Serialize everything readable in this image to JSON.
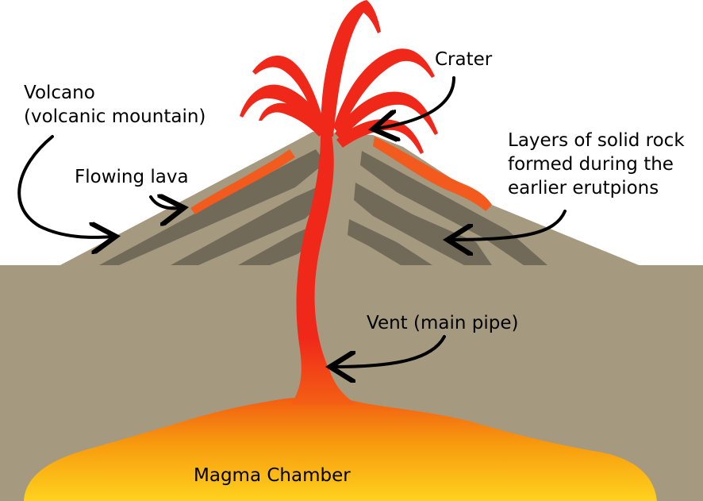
{
  "diagram": {
    "labels": {
      "volcano_line1": "Volcano",
      "volcano_line2": "(volcanic mountain)",
      "flowing_lava": "Flowing lava",
      "crater": "Crater",
      "layers_line1": "Layers of solid rock",
      "layers_line2": "formed during the",
      "layers_line3": "earlier erutpions",
      "vent": "Vent (main pipe)",
      "magma": "Magma Chamber"
    },
    "colors": {
      "ground": "#a59a7f",
      "rock_layer_dark": "#726a58",
      "lava": "#f0281a",
      "lava_edge": "#f25a1e",
      "magma_top": "#f25c12",
      "magma_mid": "#f79b0e",
      "magma_bottom": "#ffd21e",
      "arrow": "#000000"
    }
  }
}
